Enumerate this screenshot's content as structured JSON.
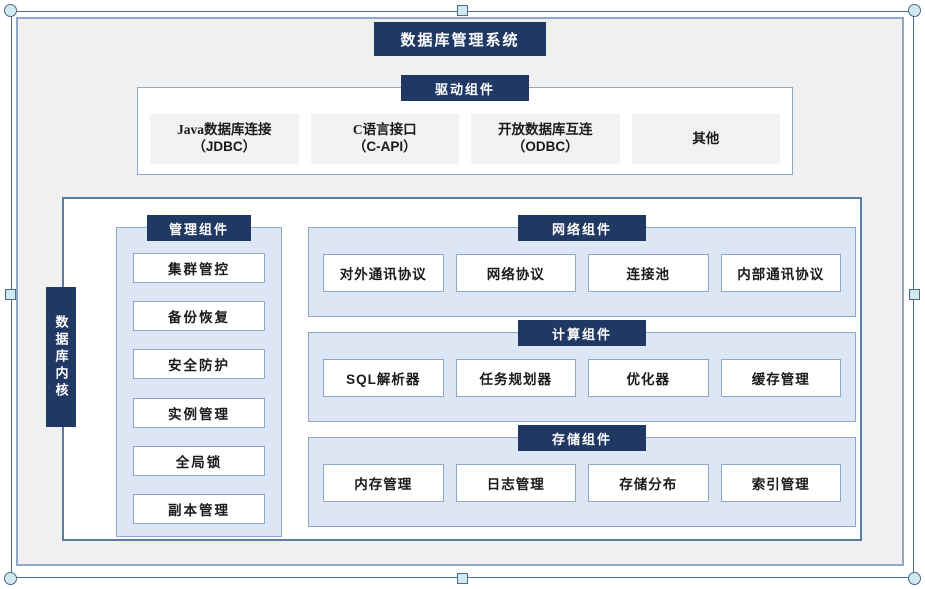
{
  "system": {
    "title": "数据库管理系统"
  },
  "driver": {
    "title": "驱动组件",
    "items": [
      {
        "line1": "Java数据库连接",
        "line2": "（JDBC）"
      },
      {
        "line1": "C语言接口",
        "line2": "（C-API）"
      },
      {
        "line1": "开放数据库互连",
        "line2": "（ODBC）"
      },
      {
        "line1": "其他",
        "line2": ""
      }
    ]
  },
  "kernel": {
    "label": "数据库内核"
  },
  "management": {
    "title": "管理组件",
    "items": [
      "集群管控",
      "备份恢复",
      "安全防护",
      "实例管理",
      "全局锁",
      "副本管理"
    ]
  },
  "network": {
    "title": "网络组件",
    "items": [
      "对外通讯协议",
      "网络协议",
      "连接池",
      "内部通讯协议"
    ]
  },
  "compute": {
    "title": "计算组件",
    "items": [
      "SQL解析器",
      "任务规划器",
      "优化器",
      "缓存管理"
    ]
  },
  "storage": {
    "title": "存储组件",
    "items": [
      "内存管理",
      "日志管理",
      "存储分布",
      "索引管理"
    ]
  },
  "colors": {
    "badge_navy": "#1f3864",
    "panel_blue": "#dce6f5",
    "border_blue": "#8fa8c8",
    "kernel_border": "#5b7ba5",
    "shell_bg": "#f0f0f0",
    "driver_item_bg": "#f2f2f2",
    "handle_fill": "#cfe9ee",
    "handle_stroke": "#4a6b8a"
  }
}
